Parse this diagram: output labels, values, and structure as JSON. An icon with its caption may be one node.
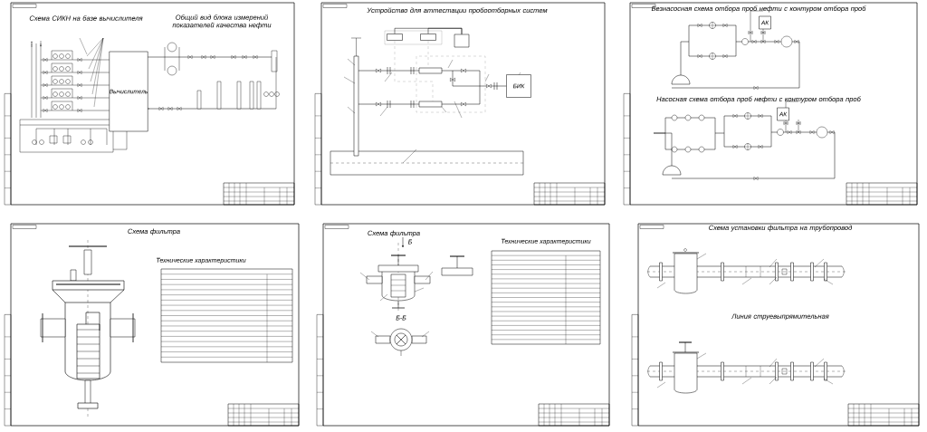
{
  "diagram": {
    "nodes": [
      {
        "text": [
          "Схема СИКН на базе вычислителя",
          "Общий вид блока измерений показателей качества нефти"
        ]
      },
      {
        "text": [
          "Вычислитель"
        ],
        "in": 0
      },
      {
        "text": [
          "Устройство для аттестации пробоотборных систем"
        ]
      },
      {
        "text": [],
        "shape": "box",
        "in": 2
      },
      {
        "text": [],
        "shape": "box",
        "in": 2
      },
      {
        "text": [],
        "shape": "box",
        "in": 2
      },
      {
        "text": [
          "БИК"
        ],
        "in": 2
      },
      {
        "text": [
          "Безнасосная схема отбора проб нефти с контуром отбора проб",
          "Насосная схема отбора проб нефти с контуром отбора проб"
        ]
      },
      {
        "text": [
          "АК"
        ],
        "in": 7
      },
      {
        "text": [
          "АК"
        ],
        "in": 7
      },
      {
        "text": [
          "Схема фильтра"
        ]
      },
      {
        "text": [
          "Схема фильтра"
        ]
      },
      {
        "text": [
          "Схема установки фильтра на трубопровод",
          "Линия струевыпрямительная"
        ]
      }
    ],
    "edges": [
      {
        "from": 3,
        "to": 5,
        "arrow": "none"
      },
      {
        "from": 4,
        "to": 5,
        "arrow": "none"
      }
    ],
    "labels": [
      "Технические характеристики",
      "Б",
      "Технические характеристики",
      "Б-Б"
    ]
  }
}
